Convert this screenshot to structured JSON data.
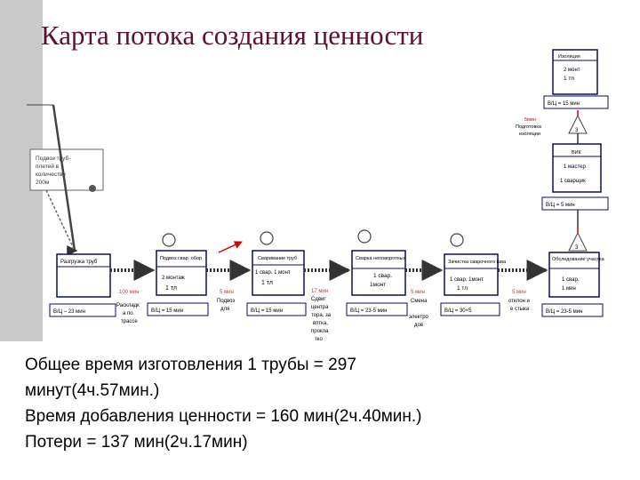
{
  "title": "Карта потока создания ценности",
  "summary": {
    "line1": "Общее время изготовления 1 трубы = 297",
    "line2": "минут(4ч.57мин.)",
    "line3": "Время добавления ценности = 160 мин(2ч.40мин.)",
    "line4": "Потери = 137 мин(2ч.17мин)"
  },
  "supplier": {
    "lines": [
      "Подвоз труб-",
      "плетей в",
      "количестве",
      "200м"
    ]
  },
  "steps": [
    {
      "header": "Разгрузка труб",
      "ops": "",
      "workers": "",
      "cycle": "В/Ц – 23 мин"
    },
    {
      "header": "Подвоз свар. обор",
      "ops": "2 монтаж",
      "workers": "1 тл",
      "cycle": "В/Ц = 15 мин"
    },
    {
      "header": "Сваривание труб",
      "ops": "1 свар. 1 монт",
      "workers": "1 тл",
      "cycle": "В/Ц = 15 мин"
    },
    {
      "header": "Сварка неповоротных",
      "ops": "1 свар.",
      "workers": "1монт",
      "cycle": "В/Ц = 23-5 мин"
    },
    {
      "header": "Зачистка сварочного шва",
      "ops": "1 свар. 1монт",
      "workers": "1 тл",
      "cycle": "В/Ц = 30×5"
    },
    {
      "header": "Обследование участка",
      "ops": "1 свар.",
      "workers": "1 мин",
      "cycle": "В/Ц = 23-5 мин"
    }
  ],
  "waits": [
    {
      "time": "100 мин",
      "lines": [
        "Раскладк",
        "а по",
        "трассе"
      ]
    },
    {
      "time": "5 мин",
      "lines": [
        "Подвоз",
        "для"
      ]
    },
    {
      "time": "17 мин",
      "lines": [
        "Сдвиг",
        "центра",
        "тора, за",
        "вптка,",
        "прокла",
        "тко"
      ]
    },
    {
      "time": "5 мин",
      "lines": [
        "Смена",
        "",
        "электро",
        "дов"
      ]
    },
    {
      "time": "5 мин",
      "lines": [
        "отклон и",
        "е стыка"
      ]
    }
  ],
  "insulation": {
    "header": "Изоляция",
    "ops": "2 монт",
    "workers": "1 тл",
    "cycle": "В/Ц = 15 мин"
  },
  "vik": {
    "header": "ВИК",
    "ops": "1 мастер",
    "workers": "1 сварщик",
    "cycle": "В/Ц = 5 мин"
  },
  "prep_label": [
    "5мин",
    "Подготовка",
    "изоляции"
  ],
  "tri_labels": {
    "t1": "3",
    "t2": "3"
  },
  "colors": {
    "accent": "#cc0000",
    "title": "#5a1036",
    "box": "#0b0b66"
  }
}
